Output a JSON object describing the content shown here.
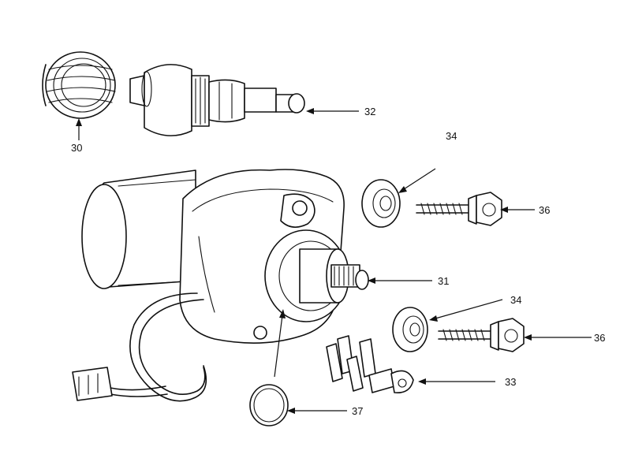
{
  "diagram": {
    "type": "exploded parts diagram",
    "callouts": [
      {
        "id": "30",
        "label": "30"
      },
      {
        "id": "31",
        "label": "31"
      },
      {
        "id": "32",
        "label": "32"
      },
      {
        "id": "33",
        "label": "33"
      },
      {
        "id": "34a",
        "label": "34"
      },
      {
        "id": "34b",
        "label": "34"
      },
      {
        "id": "36a",
        "label": "36"
      },
      {
        "id": "36b",
        "label": "36"
      },
      {
        "id": "37",
        "label": "37"
      }
    ]
  }
}
